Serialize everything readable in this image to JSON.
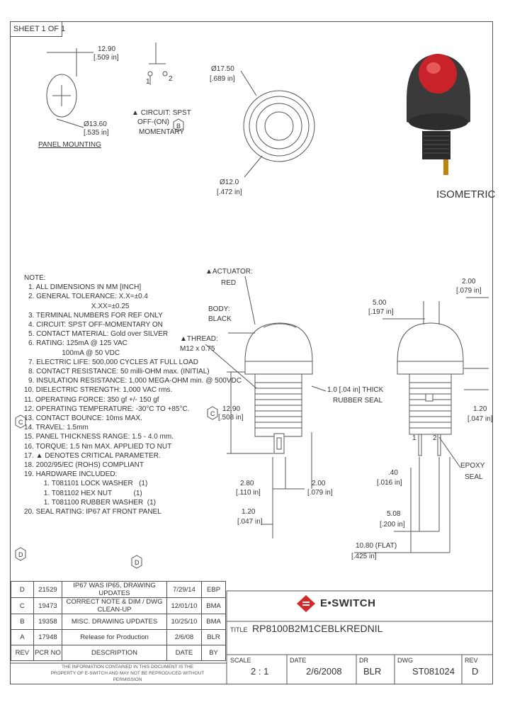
{
  "sheet_label": "SHEET 1 OF 1",
  "panel_mounting": {
    "label": "PANEL MOUNTING",
    "dim_width": "12.90",
    "dim_width_in": "[.509 in]",
    "dim_dia": "Ø13.60",
    "dim_dia_in": "[.535 in]"
  },
  "circuit": {
    "label": "CIRCUIT: SPST",
    "line2": "OFF-(ON)",
    "line3": "MOMENTARY",
    "pin1": "1",
    "pin2": "2",
    "badge": "B"
  },
  "top_view": {
    "dia_outer": "Ø17.50",
    "dia_outer_in": "[.689 in]",
    "dia_inner": "Ø12.0",
    "dia_inner_in": "[.472 in]"
  },
  "isometric_label": "ISOMETRIC",
  "notes": {
    "title": "NOTE:",
    "items": [
      "1. ALL DIMENSIONS IN MM [INCH]",
      "2. GENERAL TOLERANCE: X.X=±0.4",
      "                                X.XX=±0.25",
      "3. TERMINAL NUMBERS FOR REF ONLY",
      "4. CIRCUIT: SPST OFF-MOMENTARY ON",
      "5. CONTACT MATERIAL: Gold over SILVER",
      "6. RATING: 125mA @ 125 VAC",
      "                 100mA @ 50 VDC",
      "7. ELECTRIC LIFE: 500,000 CYCLES AT FULL LOAD",
      "8. CONTACT RESISTANCE: 50 milli-OHM max. (INITIAL)",
      "9. INSULATION RESISTANCE: 1,000 MEGA-OHM min. @ 500VDC",
      "10. DIELECTRIC STRENGTH: 1,000 VAC rms.",
      "11. OPERATING FORCE: 350 gf +/- 150 gf",
      "12. OPERATING TEMPERATURE: -30°C TO +85°C.",
      "13. CONTACT BOUNCE: 10ms MAX.",
      "14. TRAVEL: 1.5mm",
      "15. PANEL THICKNESS RANGE: 1.5 - 4.0 mm.",
      "16. TORQUE: 1.5 Nm MAX. APPLIED TO NUT",
      "17. ▲ DENOTES CRITICAL PARAMETER.",
      "18. 2002/95/EC (ROHS) COMPLIANT",
      "19. HARDWARE INCLUDED:",
      "          1. T081101 LOCK WASHER   (1)",
      "          1. T081102 HEX NUT           (1)",
      "          1. T081100 RUBBER WASHER  (1)",
      "20. SEAL RATING: IP67 AT FRONT PANEL"
    ]
  },
  "side_view": {
    "actuator": "ACTUATOR:",
    "actuator_color": "RED",
    "body": "BODY:",
    "body_color": "BLACK",
    "thread": "THREAD:",
    "thread_spec": "M12 x 0.75",
    "height": "12.90",
    "height_in": "[.508 in]",
    "seal": "1.0 [.04 in] THICK",
    "seal2": "RUBBER SEAL",
    "term_w": "2.80",
    "term_w_in": "[.110 in]",
    "term_s": "2.00",
    "term_s_in": "[.079 in]",
    "term_t": "1.20",
    "term_t_in": "[.047 in]",
    "badge": "C"
  },
  "front_view": {
    "w1": "5.00",
    "w1_in": "[.197 in]",
    "w2": "2.00",
    "w2_in": "[.079 in]",
    "h1": "1.20",
    "h1_in": "[.047 in]",
    "epoxy": "EPOXY",
    "seal": "SEAL",
    "d40": ".40",
    "d40_in": "[.016 in]",
    "d508": "5.08",
    "d508_in": "[.200 in]",
    "flat": "10.80 (FLAT)",
    "flat_in": "[.425 in]",
    "pin1": "1",
    "pin2": "2"
  },
  "revisions": [
    {
      "rev": "D",
      "pcr": "21529",
      "desc": "IP67 WAS IP65, DRAWING UPDATES",
      "date": "7/29/14",
      "by": "EBP"
    },
    {
      "rev": "C",
      "pcr": "19473",
      "desc": "CORRECT NOTE & DIM / DWG CLEAN-UP",
      "date": "12/01/10",
      "by": "BMA"
    },
    {
      "rev": "B",
      "pcr": "19358",
      "desc": "MISC. DRAWING UPDATES",
      "date": "10/25/10",
      "by": "BMA"
    },
    {
      "rev": "A",
      "pcr": "17948",
      "desc": "Release for Production",
      "date": "2/6/08",
      "by": "BLR"
    }
  ],
  "rev_headers": {
    "rev": "REV",
    "pcr": "PCR NO",
    "desc": "DESCRIPTION",
    "date": "DATE",
    "by": "BY"
  },
  "proprietary": "THE INFORMATION CONTAINED IN THIS DOCUMENT IS THE PROPERTY OF E-SWITCH AND MAY NOT BE REPRODUCED WITHOUT PERMISSION",
  "logo_text": "E•SWITCH",
  "title_block": {
    "title_label": "TITLE",
    "title": "RP8100B2M1CEBLKREDNIL",
    "scale_label": "SCALE",
    "scale": "2 : 1",
    "date_label": "DATE",
    "date": "2/6/2008",
    "dr_label": "DR",
    "dr": "BLR",
    "dwg_label": "DWG",
    "dwg": "ST081024",
    "rev_label": "REV",
    "rev": "D"
  },
  "colors": {
    "line": "#555555",
    "actuator": "#c8232a",
    "body": "#2e2e2e",
    "logo": "#d62828"
  }
}
